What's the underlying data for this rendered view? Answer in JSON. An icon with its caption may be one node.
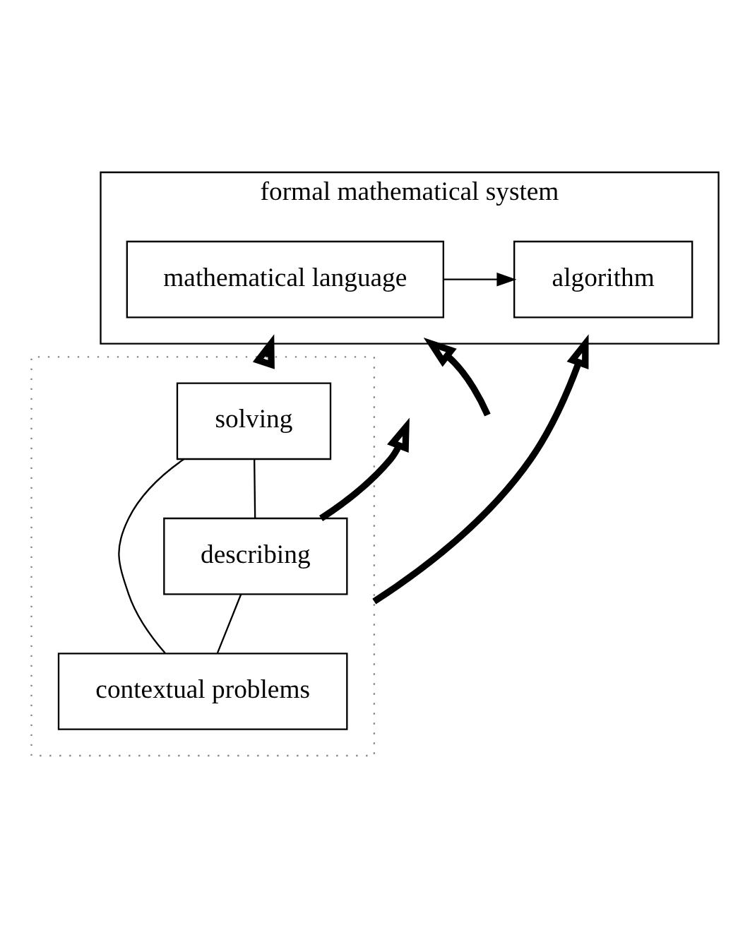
{
  "diagram": {
    "nodes": [
      {
        "text": [
          "formal mathematical system"
        ]
      },
      {
        "text": [
          "mathematical language"
        ],
        "in": 0
      },
      {
        "text": [
          "algorithm"
        ],
        "in": 0
      },
      {
        "text": [],
        "shape": "box"
      },
      {
        "text": [
          "solving"
        ],
        "in": 3
      },
      {
        "text": [
          "describing"
        ],
        "in": 3
      },
      {
        "text": [
          "contextual problems"
        ],
        "in": 3
      }
    ],
    "edges": [
      {
        "from": 1,
        "to": 2,
        "arrow": "to"
      },
      {
        "from": 3,
        "to": 0,
        "arrow": "to",
        "style": "thick"
      },
      {
        "from": 3,
        "to": 0,
        "arrow": "to",
        "style": "thick"
      },
      {
        "from": null,
        "to": 0,
        "arrow": "to",
        "style": "thick"
      },
      {
        "from": 5,
        "to": null,
        "arrow": "to",
        "style": "thick"
      },
      {
        "from": 6,
        "to": 5,
        "arrow": "none"
      },
      {
        "from": 6,
        "to": 4,
        "arrow": "none"
      },
      {
        "from": 5,
        "to": 4,
        "arrow": "none"
      }
    ]
  }
}
